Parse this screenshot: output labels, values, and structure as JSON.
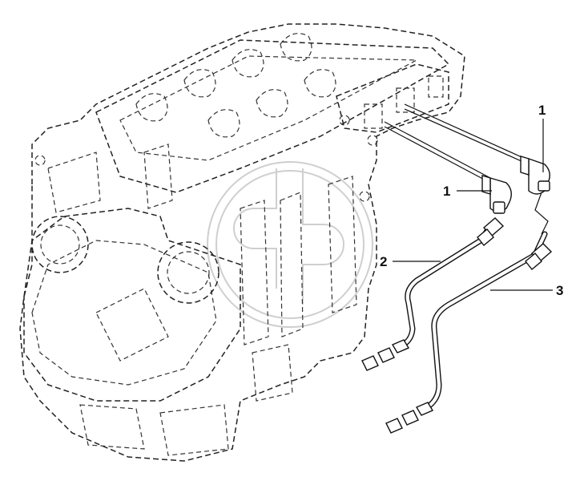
{
  "callouts": {
    "c1_top": "1",
    "c1_mid": "1",
    "c2": "2",
    "c3": "3"
  },
  "colors": {
    "line": "#111111",
    "watermark": "#cfcfcf",
    "background": "#ffffff"
  }
}
